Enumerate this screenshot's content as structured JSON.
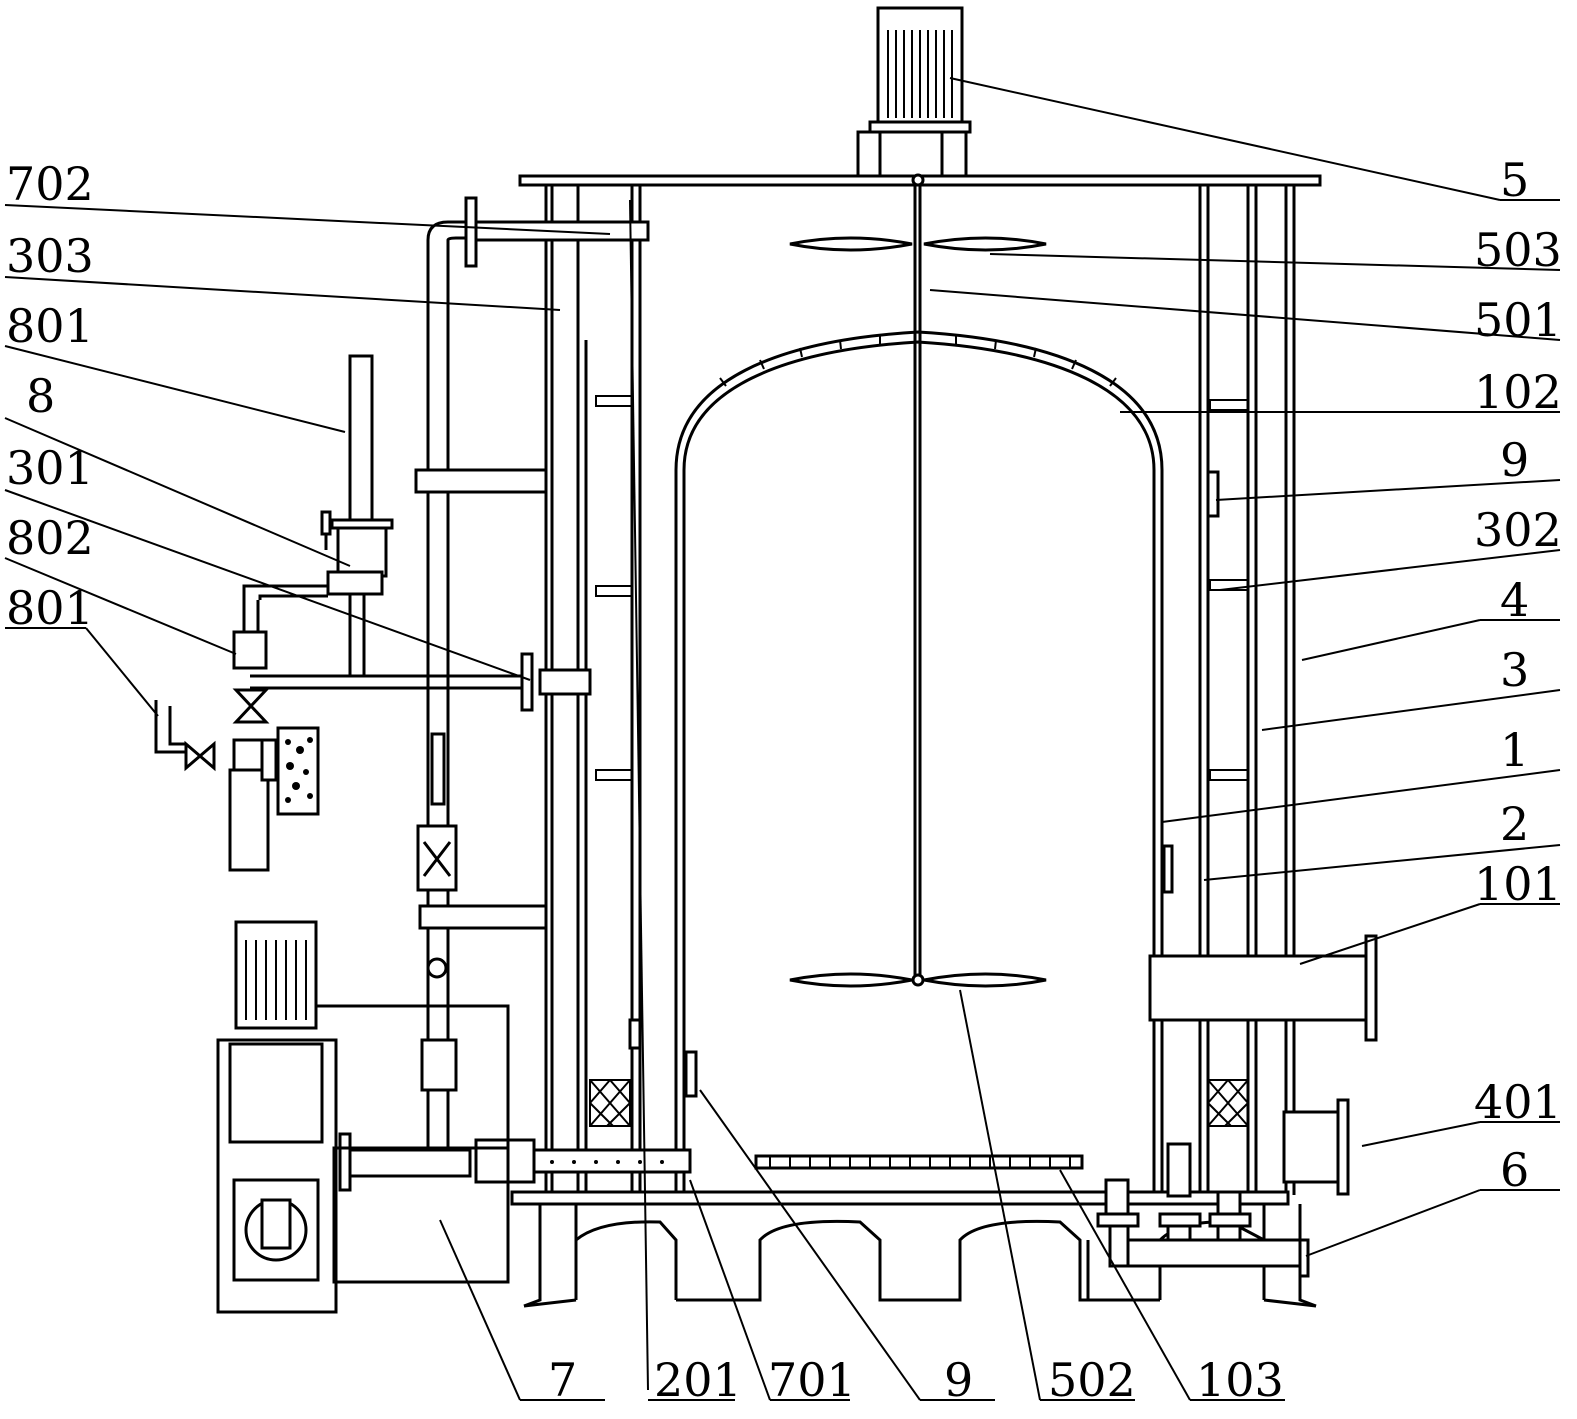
{
  "labels": {
    "l702": "702",
    "l303": "303",
    "l801a": "801",
    "l8": "8",
    "l301": "301",
    "l802": "802",
    "l801b": "801",
    "l5": "5",
    "l503": "503",
    "l501": "501",
    "l102": "102",
    "l9a": "9",
    "l302": "302",
    "l4": "4",
    "l3": "3",
    "l1": "1",
    "l2": "2",
    "l101": "101",
    "l401": "401",
    "l6": "6",
    "l7": "7",
    "l201": "201",
    "l701": "701",
    "l9b": "9",
    "l502": "502",
    "l103": "103"
  }
}
